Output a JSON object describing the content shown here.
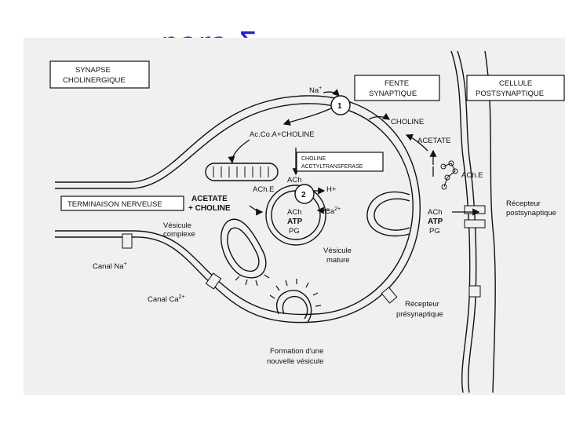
{
  "slide": {
    "title": "para Σ"
  },
  "diagram": {
    "boxes": {
      "synapse_line1": "SYNAPSE",
      "synapse_line2": "CHOLINERGIQUE",
      "fente_line1": "FENTE",
      "fente_line2": "SYNAPTIQUE",
      "cellule_line1": "CELLULE",
      "cellule_line2": "POSTSYNAPTIQUE",
      "terminaison": "TERMINAISON NERVEUSE",
      "enzyme_line1": "CHOLINE",
      "enzyme_line2": "ACETYLTRANSFERASE"
    },
    "labels": {
      "na_top": "Na",
      "na_top_sup": "+",
      "circle1": "1",
      "circle2": "2",
      "choline_cleft": "CHOLINE",
      "acoa": "Ac.Co.A+CHOLINE",
      "acetate_cleft": "ACETATE",
      "ache_post": "ACh.E",
      "ach_top": "ACh",
      "hplus": "H+",
      "ache_left": "ACh.E",
      "acetate_left1": "ACETATE",
      "acetate_left2": "+ CHOLINE",
      "ach_ves": "ACh",
      "atp_ves": "ATP",
      "pg_ves": "PG",
      "ca_mid": "Ca",
      "ca_mid_sup": "2+",
      "ach_cleft": "ACh",
      "atp_cleft": "ATP",
      "pg_cleft": "PG",
      "recepteur_post1": "Récepteur",
      "recepteur_post2": "postsynaptique",
      "vesicule_complexe1": "Vésicule",
      "vesicule_complexe2": "complexe",
      "vesicule_mature1": "Vésicule",
      "vesicule_mature2": "mature",
      "canal_na": "Canal Na",
      "canal_na_sup": "+",
      "canal_ca": "Canal Ca",
      "canal_ca_sup": "2+",
      "recepteur_pre1": "Récepteur",
      "recepteur_pre2": "présynaptique",
      "formation1": "Formation d'une",
      "formation2": "nouvelle vésicule"
    }
  }
}
